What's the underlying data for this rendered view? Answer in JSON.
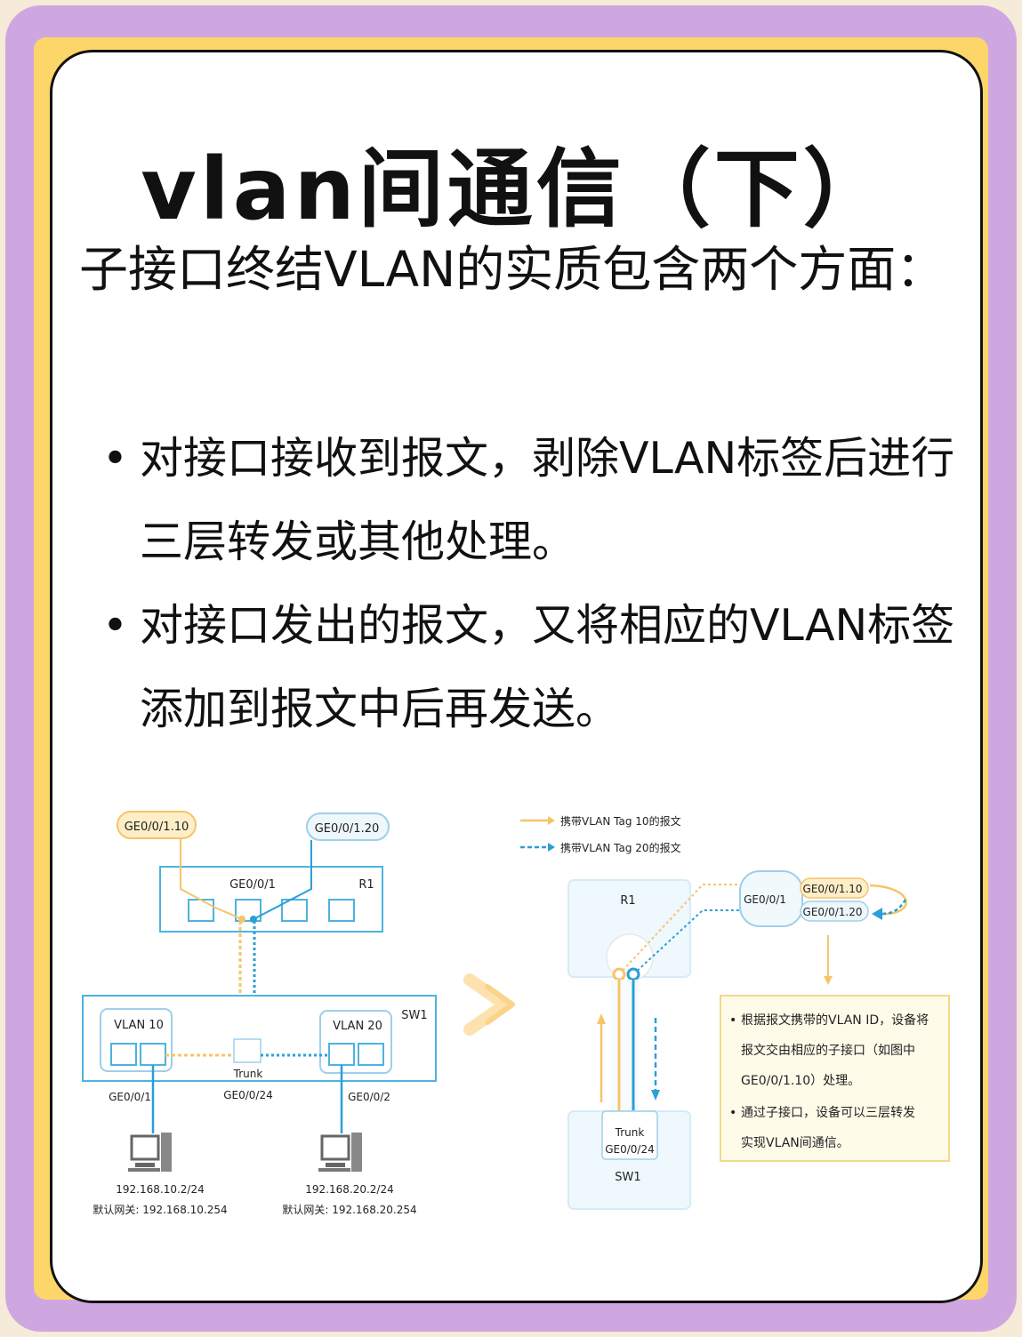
{
  "title": "vlan间通信（下）",
  "intro": "子接口终结VLAN的实质包含两个方面：",
  "bullets": [
    {
      "marker": "•",
      "text": "对接口接收到报文，剥除VLAN标签后进行三层转发或其他处理。"
    },
    {
      "marker": "•",
      "text": "对接口发出的报文，又将相应的VLAN标签添加到报文中后再发送。"
    }
  ],
  "colors": {
    "tag10": "#f6c46a",
    "tag20": "#2a9fd8",
    "box": "#4cb3df"
  },
  "left_diagram": {
    "sub_if_10": "GE0/0/1.10",
    "sub_if_20": "GE0/0/1.20",
    "r1_port": "GE0/0/1",
    "r1_name": "R1",
    "sw1_name": "SW1",
    "vlan10": "VLAN 10",
    "vlan20": "VLAN 20",
    "trunk": "Trunk",
    "trunk_port": "GE0/0/24",
    "port_left": "GE0/0/1",
    "port_right": "GE0/0/2",
    "pc1_ip": "192.168.10.2/24",
    "pc1_gw": "默认网关: 192.168.10.254",
    "pc2_ip": "192.168.20.2/24",
    "pc2_gw": "默认网关: 192.168.20.254"
  },
  "right_diagram": {
    "legend_tag10": "携带VLAN Tag 10的报文",
    "legend_tag20": "携带VLAN Tag 20的报文",
    "r1_name": "R1",
    "port": "GE0/0/1",
    "sub_if_10": "GE0/0/1.10",
    "sub_if_20": "GE0/0/1.20",
    "trunk": "Trunk",
    "trunk_port": "GE0/0/24",
    "sw1_name": "SW1",
    "note_marker": "•",
    "note1": [
      "根据报文携带的VLAN ID，设备将",
      "报文交由相应的子接口（如图中",
      "GE0/0/1.10）处理。"
    ],
    "note2": [
      "通过子接口，设备可以三层转发",
      "实现VLAN间通信。"
    ]
  }
}
